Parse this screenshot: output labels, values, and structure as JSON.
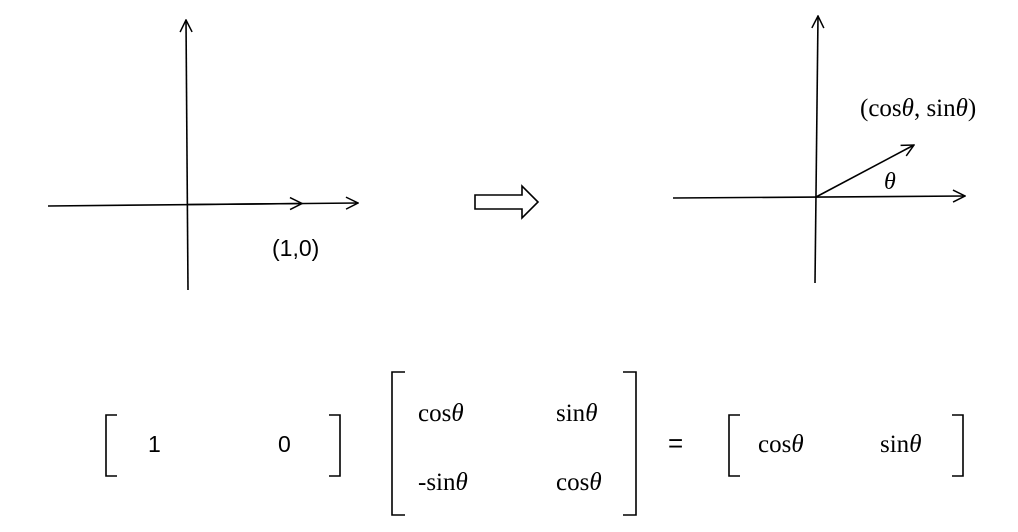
{
  "left_figure": {
    "vector_label": "(1,0)"
  },
  "right_figure": {
    "point_label_open": "(cos",
    "point_label_theta1": "θ",
    "point_label_mid": ", sin",
    "point_label_theta2": "θ",
    "point_label_close": ")",
    "angle_label": "θ"
  },
  "equation": {
    "row_vector": [
      "1",
      "0"
    ],
    "matrix": {
      "r1c1": {
        "fn": "cos",
        "var": "θ"
      },
      "r1c2": {
        "fn": "sin",
        "var": "θ"
      },
      "r2c1": {
        "fn": "-sin",
        "var": "θ"
      },
      "r2c2": {
        "fn": "cos",
        "var": "θ"
      }
    },
    "equals": "=",
    "result": {
      "c1": {
        "fn": "cos",
        "var": "θ"
      },
      "c2": {
        "fn": "sin",
        "var": "θ"
      }
    }
  },
  "colors": {
    "ink": "#000000",
    "background": "#ffffff"
  }
}
